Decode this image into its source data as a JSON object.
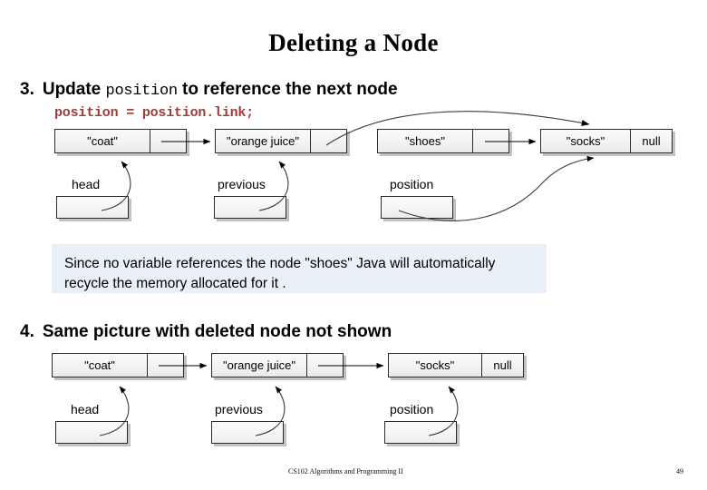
{
  "slide": {
    "title": "Deleting a Node",
    "footer": {
      "course": "CS102 Algorithms and Programming II",
      "page_number": "49"
    }
  },
  "steps": [
    {
      "number": "3.",
      "text_before": "Update",
      "code_inline": "position",
      "text_after": "to reference the next node",
      "code_line": "position = position.link;"
    },
    {
      "number": "4.",
      "text_before": "Same picture with deleted node not shown",
      "code_inline": "",
      "text_after": "",
      "code_line": ""
    }
  ],
  "note": {
    "line1": "Since no variable references the node  \"shoes\" Java will automatically",
    "line2": "recycle the memory allocated for it ."
  },
  "diagram_top": {
    "nodes": [
      {
        "data": "\"coat\"",
        "link": ""
      },
      {
        "data": "\"orange juice\"",
        "link": ""
      },
      {
        "data": "\"shoes\"",
        "link": ""
      },
      {
        "data": "\"socks\"",
        "link": "null"
      }
    ],
    "variables": [
      {
        "label": "head"
      },
      {
        "label": "previous"
      },
      {
        "label": "position"
      }
    ]
  },
  "diagram_bottom": {
    "nodes": [
      {
        "data": "\"coat\"",
        "link": ""
      },
      {
        "data": "\"orange juice\"",
        "link": ""
      },
      {
        "data": "\"socks\"",
        "link": "null"
      }
    ],
    "variables": [
      {
        "label": "head"
      },
      {
        "label": "previous"
      },
      {
        "label": "position"
      }
    ]
  },
  "colors": {
    "code_text": "#9e3b3b",
    "note_background": "#eaf0f8",
    "node_border": "#2b2b2b",
    "ink": "#000000"
  }
}
